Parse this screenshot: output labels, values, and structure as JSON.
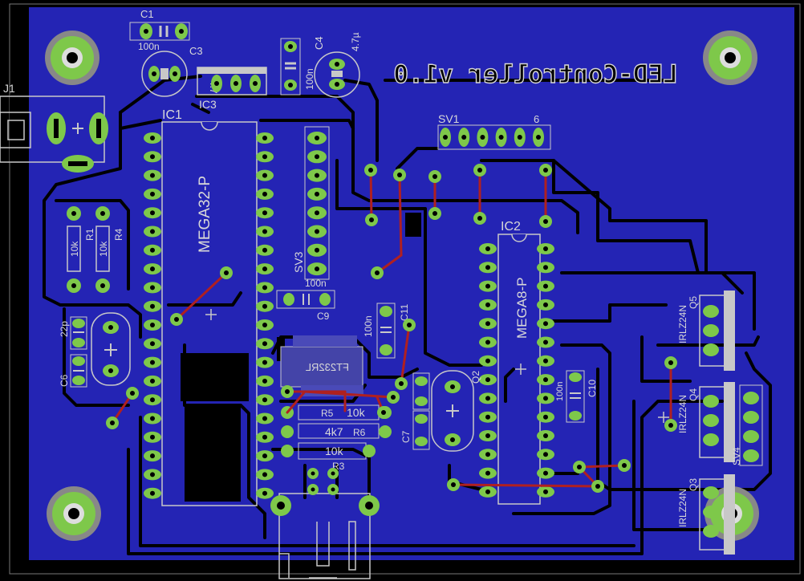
{
  "colors": {
    "board": "#000000",
    "copper_fill": "#2424b4",
    "trace": "#000000",
    "pad": "#7ec84a",
    "via_top": "#b02020",
    "silk": "#d8d8d8",
    "drill": "#000000"
  },
  "title": "LED-Controller v1.0",
  "components": {
    "c1": "C1",
    "c3": "C3",
    "c4": "C4",
    "c6": "C6",
    "c7": "C7",
    "c9": "C9",
    "c10": "C10",
    "c11": "C11",
    "ic1": "IC1",
    "ic1_part": "MEGA32-P",
    "ic2": "IC2",
    "ic2_part": "MEGA8-P",
    "ic3": "IC3",
    "ic3_part": "FT232RL",
    "j1": "J1",
    "sv1": "SV1",
    "sv1_pin": "6",
    "sv3": "SV3",
    "sv4": "SV4",
    "q2": "Q2",
    "q3": "Q3",
    "q4": "Q4",
    "q5": "Q5",
    "q_part": "IRLZ24N",
    "r1": "R1",
    "r4": "R4",
    "r5": "R5",
    "r6": "R6",
    "r3": "R3",
    "v_10k": "10k",
    "v_4k7": "4k7",
    "v_100n": "100n",
    "v_47u": "4.7µ",
    "v_22p": "22p",
    "v_4_7": "4.7"
  }
}
